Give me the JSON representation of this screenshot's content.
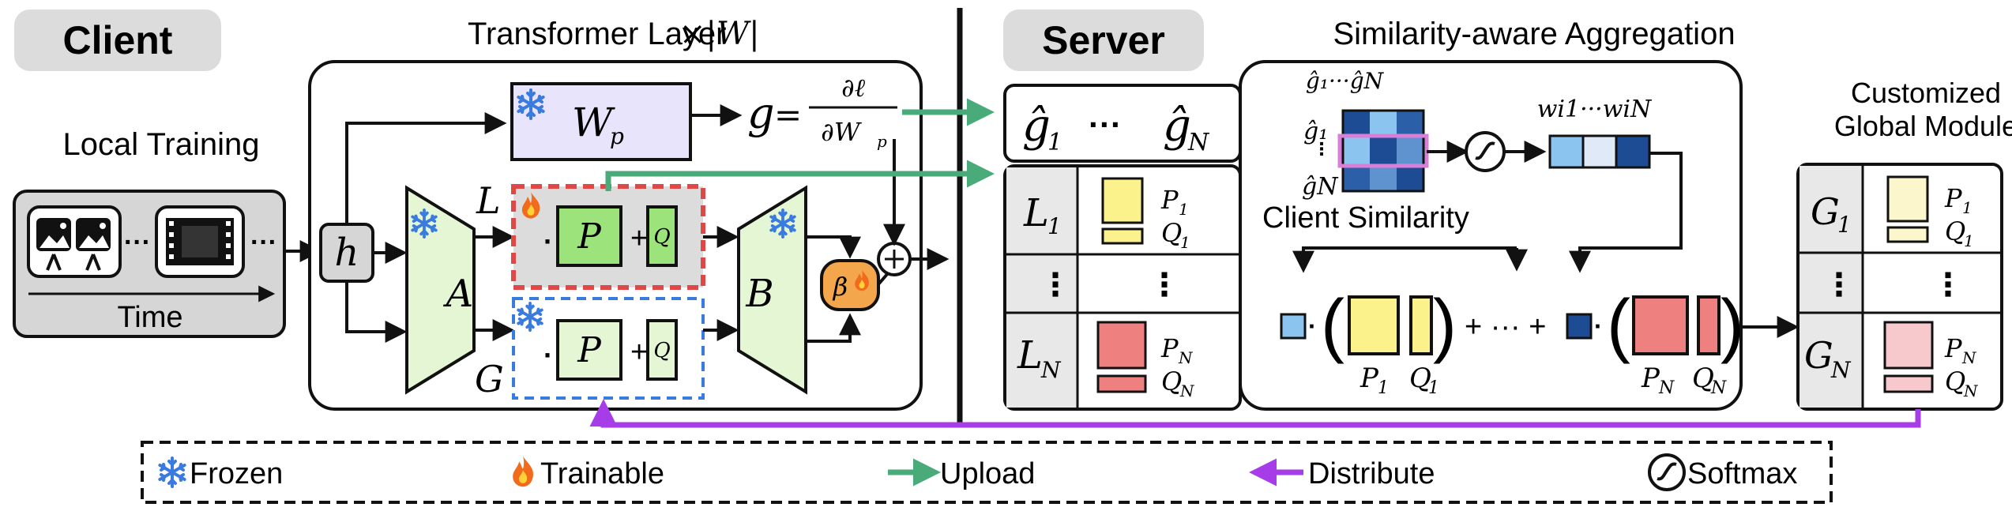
{
  "client": {
    "title": "Client",
    "local_training": "Local Training",
    "time_label": "Time",
    "transformer_title": "Transformer Layer",
    "transformer_mult": "×|W|",
    "wp_label": "W",
    "wp_sub": "p",
    "grad_g": "g",
    "grad_eq": "=",
    "grad_num": "∂ℓ",
    "grad_den": "∂W",
    "grad_den_sub": "p",
    "h_label": "h",
    "A_label": "A",
    "B_label": "B",
    "L_label": "L",
    "G_label": "G",
    "P_label": "P",
    "Q_label": "Q",
    "plus": "+",
    "dot": "·",
    "beta": "β",
    "oplus": "+"
  },
  "server": {
    "title": "Server",
    "aggregation_title": "Similarity-aware Aggregation",
    "ghat_row": [
      "ĝ",
      "1",
      "···",
      "ĝ",
      "N"
    ],
    "upload_rows": [
      {
        "L": "L",
        "sub": "1",
        "P": "P",
        "Psub": "1",
        "Q": "Q",
        "Qsub": "1"
      },
      {
        "L": "L",
        "sub": "N",
        "P": "P",
        "Psub": "N",
        "Q": "Q",
        "Qsub": "N"
      }
    ],
    "vdots": "⋮",
    "matrix_top": "ĝ₁···ĝN",
    "matrix_left_top": "ĝ₁",
    "matrix_left_bottom": "ĝN",
    "client_similarity": "Client Similarity",
    "weights": "wi1···wiN",
    "agg_P1": "P",
    "agg_P1_sub": "1",
    "agg_Q1": "Q",
    "agg_Q1_sub": "1",
    "agg_PN": "P",
    "agg_PN_sub": "N",
    "agg_QN": "Q",
    "agg_QN_sub": "N",
    "plus_dots": "+ ··· +"
  },
  "global_module": {
    "title_line1": "Customized",
    "title_line2": "Global Module",
    "rows": [
      {
        "G": "G",
        "sub": "1",
        "P": "P",
        "Psub": "1",
        "Q": "Q",
        "Qsub": "1"
      },
      {
        "G": "G",
        "sub": "N",
        "P": "P",
        "Psub": "N",
        "Q": "Q",
        "Qsub": "N"
      }
    ]
  },
  "legend": {
    "frozen": "Frozen",
    "trainable": "Trainable",
    "upload": "Upload",
    "distribute": "Distribute",
    "softmax": "Softmax"
  },
  "colors": {
    "green_arrow": "#4aab7a",
    "purple_arrow": "#a63de8",
    "frozen_blue": "#3a7be0",
    "adapter_green": "#e4f6d4",
    "p_green": "#9be37a",
    "wp_purple": "#e8e4fb",
    "yellow": "#fbf28c",
    "red": "#ef8080",
    "pale_yellow": "#fcf6cc",
    "pink": "#f7c9cc",
    "light_blue": "#8cc4f0",
    "dark_blue": "#1d4c94",
    "beta_orange": "#f3a64c"
  }
}
